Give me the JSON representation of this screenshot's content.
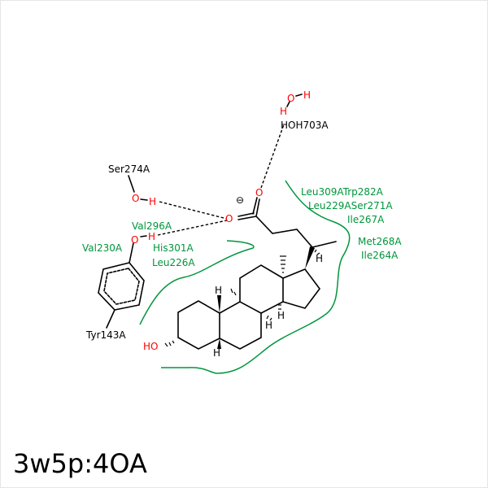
{
  "title": "3w5p:4OA",
  "colors": {
    "hydrophobic": "#00963c",
    "oxygen": "#ff0000",
    "bond": "#000000"
  },
  "residues": {
    "water": "HOH703A",
    "ser": "Ser274A",
    "tyr": "Tyr143A"
  },
  "hydrophobic_labels": [
    "Leu309ATrp282A",
    "Leu229ASer271A",
    "Ile267A",
    "Met268A",
    "Ile264A",
    "Val296A",
    "Val230A",
    "His301A",
    "Leu226A"
  ],
  "atoms": {
    "O": "O",
    "H": "H",
    "HO": "HO",
    "charge": "⊖"
  }
}
